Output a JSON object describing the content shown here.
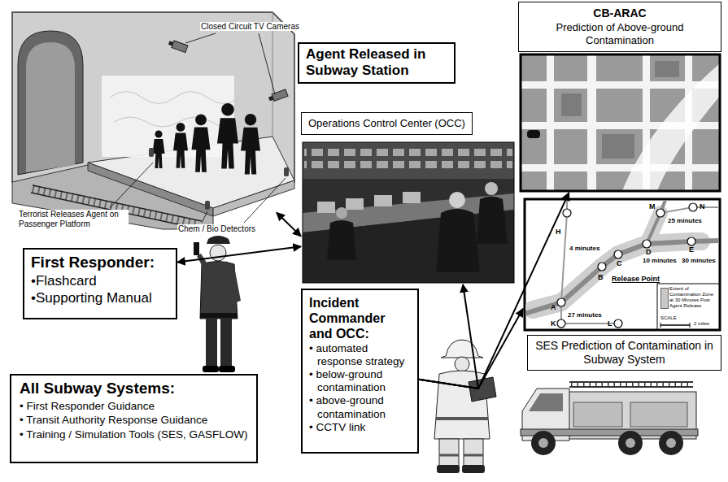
{
  "diagram": {
    "nodes": [
      {
        "text": [
          "Agent Released in Subway Station"
        ]
      },
      {
        "text": [
          "Operations Control Center (OCC)"
        ]
      },
      {
        "text": [
          "CB-ARAC",
          "Prediction of Above-ground Contamination"
        ]
      },
      {
        "text": [
          "First Responder:",
          "•Flashcard",
          "•Supporting Manual"
        ]
      },
      {
        "text": [
          "Incident Commander and OCC:",
          "• automated response strategy",
          "• below-ground contamination",
          "• above-ground contamination",
          "• CCTV link"
        ]
      },
      {
        "text": [
          "SES Prediction of Contamination in Subway System"
        ]
      },
      {
        "text": [
          "All Subway Systems:",
          "• First Responder Guidance",
          "• Transit Authority Response Guidance",
          "• Training / Simulation Tools (SES, GASFLOW)"
        ]
      }
    ],
    "edges": [
      {
        "from": 0,
        "to": 1,
        "arrow": "both"
      },
      {
        "from": 3,
        "to": 1,
        "arrow": "both"
      },
      {
        "from": 4,
        "to": 1,
        "arrow": "to"
      },
      {
        "from": 4,
        "to": 2,
        "arrow": "to"
      },
      {
        "from": 4,
        "to": 5,
        "arrow": "to"
      }
    ],
    "labels": [
      "Closed Circuit TV Cameras",
      "Terrorist Releases Agent on Passenger Platform",
      "Chem / Bio Detectors",
      "H",
      "M",
      "25 minutes",
      "N",
      "4 minutes",
      "B",
      "C",
      "D",
      "10 minutes",
      "E",
      "30 minutes",
      "Release Point",
      "A",
      "27 minutes",
      "K",
      "L",
      "SCALE",
      "2 miles"
    ],
    "legend": [
      {
        "text": "Extent of Contamination Zone at 30 Minutes Post Agent Release",
        "color": "#c8c8c8"
      }
    ]
  }
}
